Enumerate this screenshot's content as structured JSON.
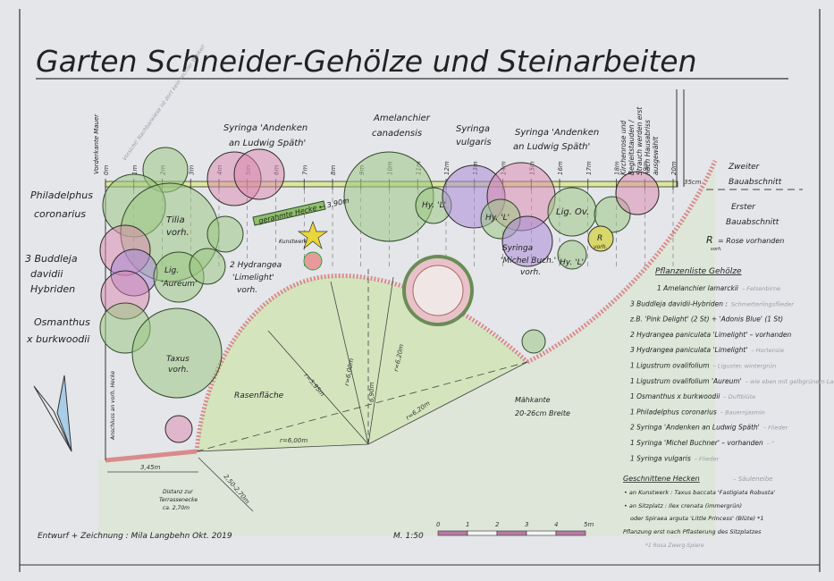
{
  "title": "Garten Schneider-Gehölze und Steinarbeiten",
  "colors": {
    "paper": "#e4e6ea",
    "lawn": "#c9e0a8",
    "shrub": "#9cc783",
    "pink": "#d985ab",
    "purple": "#a98ad6",
    "edge": "#d98b8b"
  },
  "notes": {
    "wall": "Vorderkante Mauer",
    "caution": "Vorsicht! Nachbarwiese ist dort kein rechter Winkel!",
    "later": "Kirchenrose und Begleitstauden / Strauch werden erst nach Hausabriss ausgewählt",
    "hedge_connect": "Anschluss an vorh. Hecke",
    "hedge_arc": "gerahmte Hecke ← 3,90m",
    "artwork": "Kunstwerk",
    "lawn": "Rasenfläche",
    "mow_edge": "Mähkante",
    "mow_width": "20-26cm Breite",
    "distance1": "Distanz zur",
    "distance2": "Terrassenecke",
    "distance3": "ca. 2,70m",
    "width_345": "3,45m",
    "diag": "2,50-2,70m",
    "r1": "r=6,00m",
    "r2": "r=5,95m",
    "r3": "r=6,00m",
    "r4": "r=6,20m",
    "r5": "r=6,20m",
    "h690": "6,90m",
    "cm35": "35cm"
  },
  "phases": {
    "second_1": "Zweiter",
    "second_2": "Bauabschnitt",
    "first_1": "Erster",
    "first_2": "Bauabschnitt",
    "rose_key_r": "R",
    "rose_key_sub": "vorh.",
    "rose_key": "= Rose vorhanden"
  },
  "plants": {
    "philadelphus_1": "Philadelphus",
    "philadelphus_2": "coronarius",
    "buddleja_1": "3 Buddleja",
    "buddleja_2": "davidii",
    "buddleja_3": "Hybriden",
    "osmanthus_1": "Osmanthus",
    "osmanthus_2": "x burkwoodii",
    "tilia_1": "Tilia",
    "tilia_2": "vorh.",
    "lig_1": "Lig.",
    "lig_2": "'Aureum'",
    "hydr_1": "2 Hydrangea",
    "hydr_2": "'Limelight'",
    "hydr_3": "vorh.",
    "taxus_1": "Taxus",
    "taxus_2": "vorh.",
    "syr_a_1": "Syringa 'Andenken",
    "syr_a_2": "an Ludwig Späth'",
    "amel_1": "Amelanchier",
    "amel_2": "canadensis",
    "syr_v_1": "Syringa",
    "syr_v_2": "vulgaris",
    "syr_b_1": "Syringa 'Andenken",
    "syr_b_2": "an Ludwig Späth'",
    "hyl_1": "Hy. 'L'",
    "hyl_2": "Hy. 'L'",
    "hyl_3": "Hy. 'L'",
    "lig_ov": "Lig. Ov.",
    "rose": "R",
    "rose_sub": "vorh.",
    "michel_1": "Syringa",
    "michel_2": "'Michel Buch.'",
    "michel_3": "vorh."
  },
  "ruler": [
    "0m",
    "1m",
    "2m",
    "3m",
    "4m",
    "5m",
    "6m",
    "7m",
    "8m",
    "9m",
    "10m",
    "11m",
    "12m",
    "13m",
    "14m",
    "15m",
    "16m",
    "17m",
    "18m",
    "19m",
    "20m"
  ],
  "plant_list": {
    "title": "Pflanzenliste Gehölze",
    "items": [
      {
        "name": "1 Amelanchier lamarckii",
        "note": "– Felsenbirne"
      },
      {
        "name": "3 Buddleja davidii-Hybriden :",
        "note": "Schmetterlingsflieder"
      },
      {
        "name": "z.B. 'Pink Delight' (2 St) + 'Adonis Blue' (1 St)",
        "note": ""
      },
      {
        "name": "2 Hydrangea paniculata 'Limelight' – vorhanden",
        "note": ""
      },
      {
        "name": "3 Hydrangea paniculata 'Limelight'",
        "note": "– Hortensie"
      },
      {
        "name": "1 Ligustrum ovalifolium",
        "note": "– Liguster, wintergrün"
      },
      {
        "name": "1 Ligustrum ovalifolium 'Aureum'",
        "note": "– wie eben mit gelbgrünem Laub"
      },
      {
        "name": "1 Osmanthus x burkwoodii",
        "note": "– Duftblüte"
      },
      {
        "name": "1 Philadelphus coronarius",
        "note": "– Bauernjasmin"
      },
      {
        "name": "2 Syringa 'Andenken an Ludwig Späth'",
        "note": "– Flieder"
      },
      {
        "name": "1 Syringa 'Michel Buchner' – vorhanden",
        "note": "– \""
      },
      {
        "name": "1 Syringa vulgaris",
        "note": "– Flieder"
      }
    ]
  },
  "hedges": {
    "title": "Geschnittene Hecken",
    "note_top": "– Säuleneibe",
    "line1": "• an Kunstwerk : Taxus baccata 'Fastigiata Robusta'",
    "line2": "• an Sitzplatz : Ilex crenata (immergrün)",
    "line3": "oder Spiraea arguta 'Little Princess' (Blüte) *1",
    "line4": "Pflanzung erst nach Pflasterung des Sitzplatzes",
    "footnote": "*1 Rosa Zwerg-Spiere"
  },
  "footer": {
    "author": "Entwurf + Zeichnung : Mila Langbehn  Okt. 2019",
    "scale": "M. 1:50",
    "scale_ticks": [
      "0",
      "1",
      "2",
      "3",
      "4",
      "5m"
    ]
  }
}
